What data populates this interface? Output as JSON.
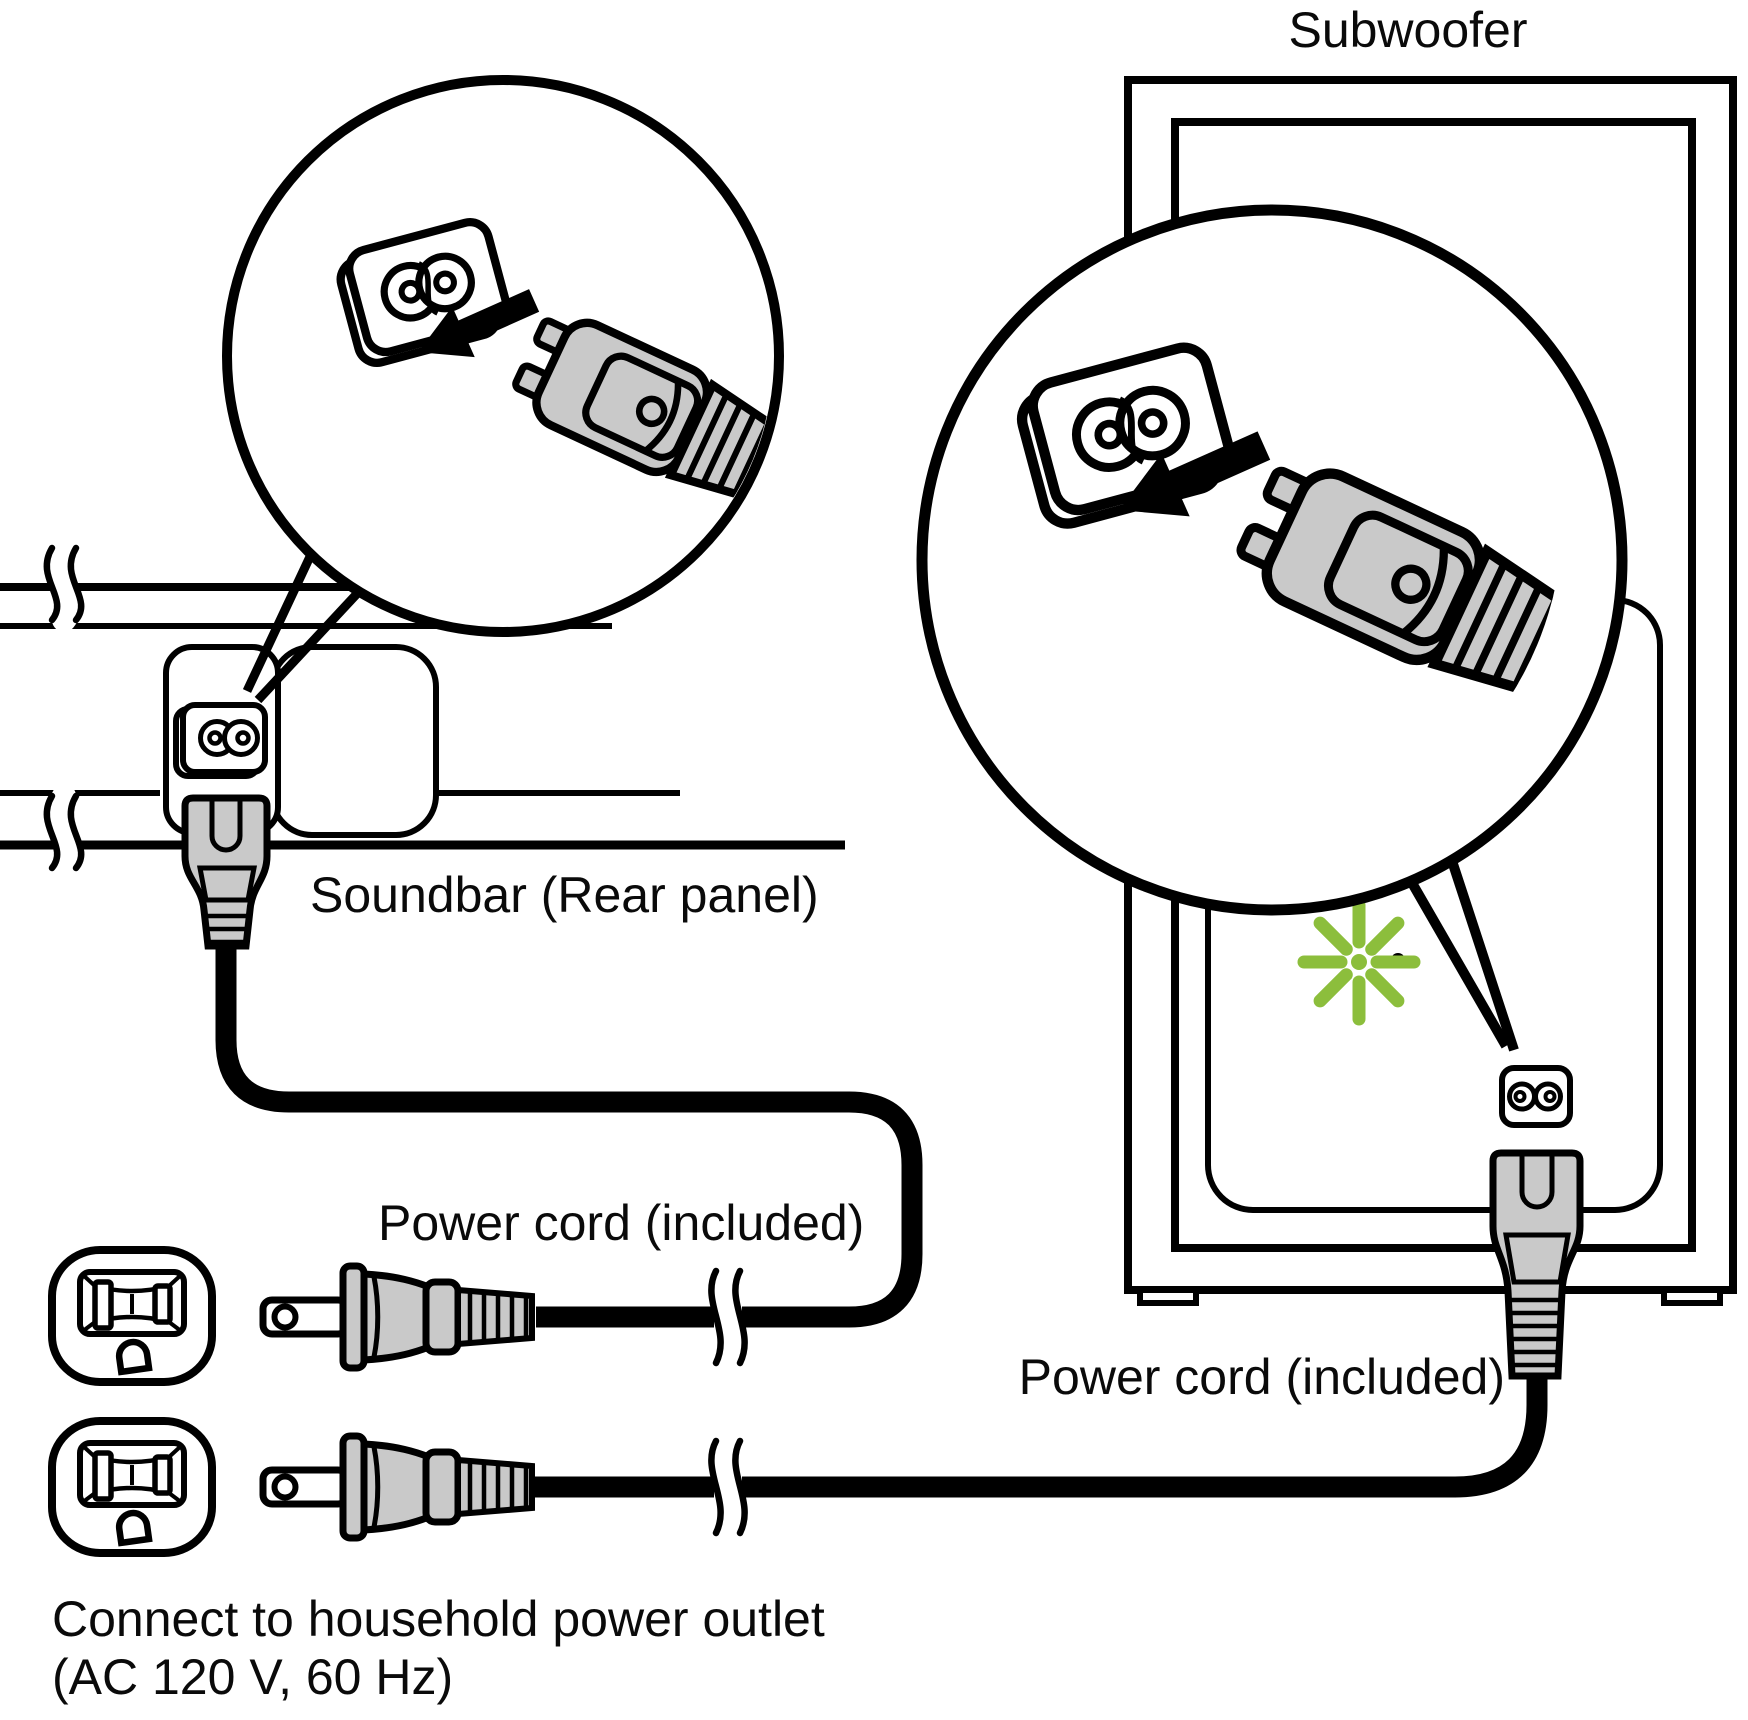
{
  "diagram": {
    "type": "manual-illustration",
    "subject": "Soundbar and subwoofer power connection",
    "title": "Subwoofer",
    "labels": {
      "subwoofer": "Subwoofer",
      "soundbar_rear_panel": "Soundbar (Rear panel)",
      "power_cord_left": "Power cord (included)",
      "power_cord_right": "Power cord (included)",
      "outlet_caption_line1": "Connect to household power outlet",
      "outlet_caption_line2": "(AC 120 V, 60 Hz)"
    },
    "colors": {
      "line": "#000000",
      "plug_gray": "#C9C9C9",
      "led_green": "#8CBE3C",
      "background": "#FFFFFF"
    }
  }
}
